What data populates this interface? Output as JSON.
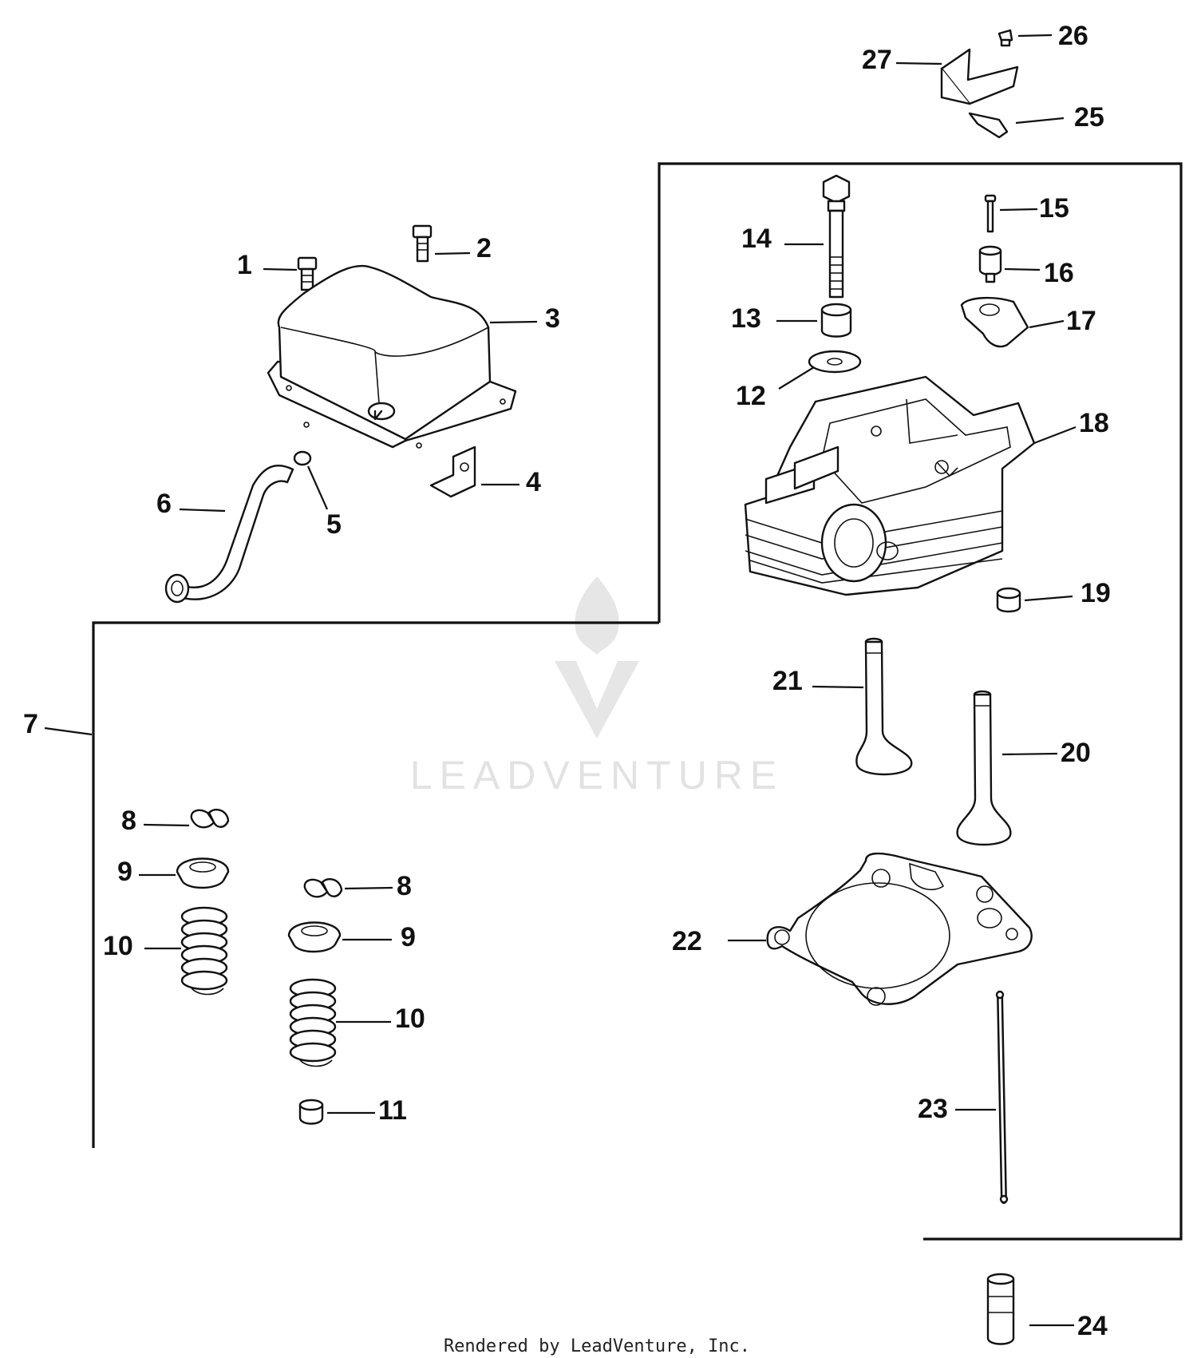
{
  "diagram": {
    "watermark": "LEADVENTURE",
    "footer": "Rendered by LeadVenture, Inc.",
    "parts": {
      "p1": "1",
      "p2": "2",
      "p3": "3",
      "p4": "4",
      "p5": "5",
      "p6": "6",
      "p7": "7",
      "p8a": "8",
      "p8b": "8",
      "p9a": "9",
      "p9b": "9",
      "p10a": "10",
      "p10b": "10",
      "p11": "11",
      "p12": "12",
      "p13": "13",
      "p14": "14",
      "p15": "15",
      "p16": "16",
      "p17": "17",
      "p18": "18",
      "p19": "19",
      "p20": "20",
      "p21": "21",
      "p22": "22",
      "p23": "23",
      "p24": "24",
      "p25": "25",
      "p26": "26",
      "p27": "27"
    }
  }
}
